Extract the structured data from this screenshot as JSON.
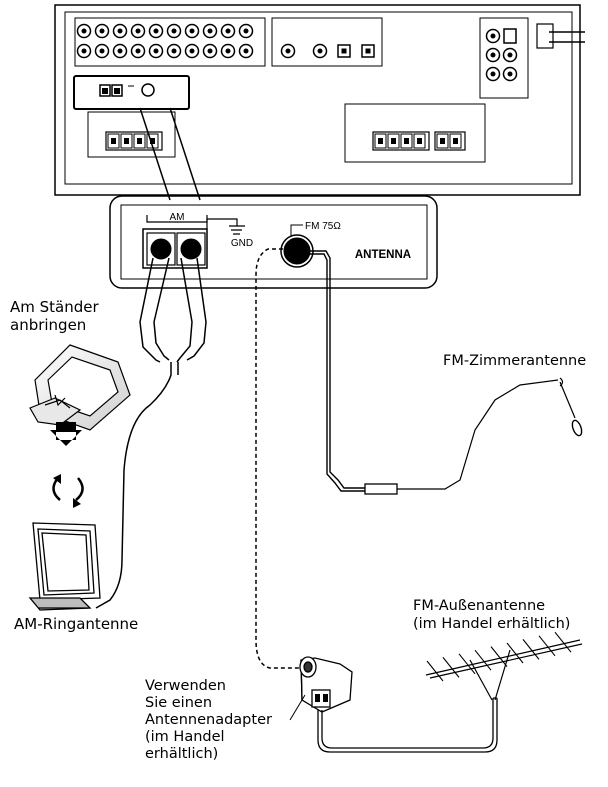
{
  "labels": {
    "stand_line1": "Am Ständer",
    "stand_line2": "anbringen",
    "am_loop": "AM-Ringantenne",
    "fm_indoor": "FM-Zimmerantenne",
    "fm_outdoor_line1": "FM-Außenantenne",
    "fm_outdoor_line2": "(im Handel erhältlich)",
    "adapter_lines": [
      "Verwenden",
      "Sie einen",
      "Antennenadapter",
      "(im Handel",
      "erhältlich)"
    ]
  },
  "panel": {
    "am": "AM",
    "gnd": "GND",
    "fm": "FM 75Ω",
    "antenna": "ANTENNA"
  }
}
